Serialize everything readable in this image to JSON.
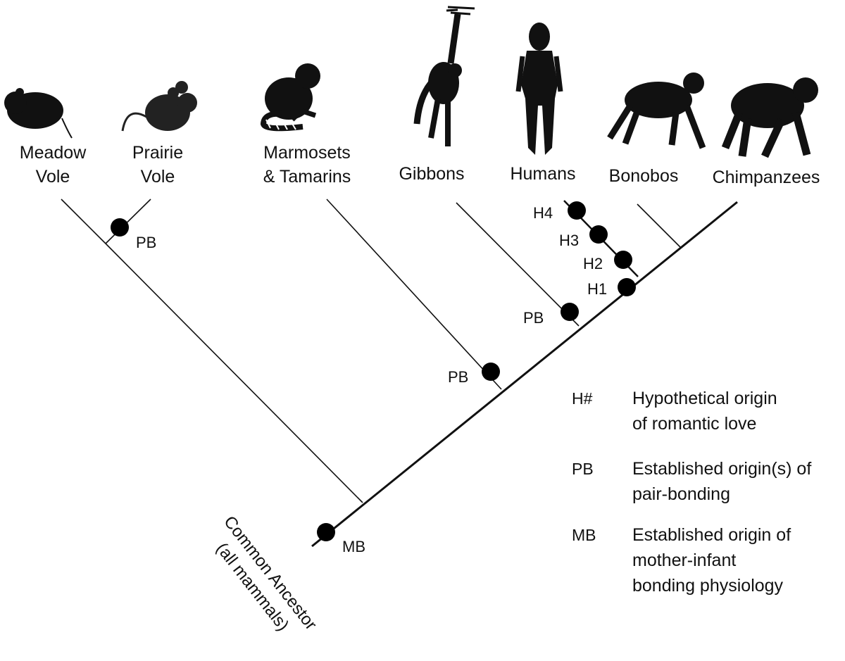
{
  "taxa": [
    {
      "id": "meadow-vole",
      "lines": [
        "Meadow",
        "Vole"
      ],
      "silhouette": "vole-silhouette"
    },
    {
      "id": "prairie-vole",
      "lines": [
        "Prairie",
        "Vole"
      ],
      "silhouette": "mouse-silhouette"
    },
    {
      "id": "marmosets",
      "lines": [
        "Marmosets",
        "& Tamarins"
      ],
      "silhouette": "marmoset-silhouette"
    },
    {
      "id": "gibbons",
      "lines": [
        "Gibbons"
      ],
      "silhouette": "gibbon-silhouette"
    },
    {
      "id": "humans",
      "lines": [
        "Humans"
      ],
      "silhouette": "human-silhouette"
    },
    {
      "id": "bonobos",
      "lines": [
        "Bonobos"
      ],
      "silhouette": "bonobo-silhouette"
    },
    {
      "id": "chimpanzees",
      "lines": [
        "Chimpanzees"
      ],
      "silhouette": "chimpanzee-silhouette"
    }
  ],
  "root_label": [
    "Common Ancestor",
    "(all mammals)"
  ],
  "markers": {
    "vole_pb": "PB",
    "marmoset_pb": "PB",
    "gibbon_pb": "PB",
    "h1": "H1",
    "h2": "H2",
    "h3": "H3",
    "h4": "H4",
    "root_mb": "MB"
  },
  "legend": [
    {
      "key": "H#",
      "desc": [
        "Hypothetical origin",
        "of romantic love"
      ]
    },
    {
      "key": "PB",
      "desc": [
        "Established origin(s) of",
        "pair-bonding"
      ]
    },
    {
      "key": "MB",
      "desc": [
        "Established origin of",
        "mother-infant",
        "bonding physiology"
      ]
    }
  ],
  "colors": {
    "line": "#111111",
    "marker": "#000000",
    "silhouette": "#111111",
    "background": "#ffffff"
  }
}
